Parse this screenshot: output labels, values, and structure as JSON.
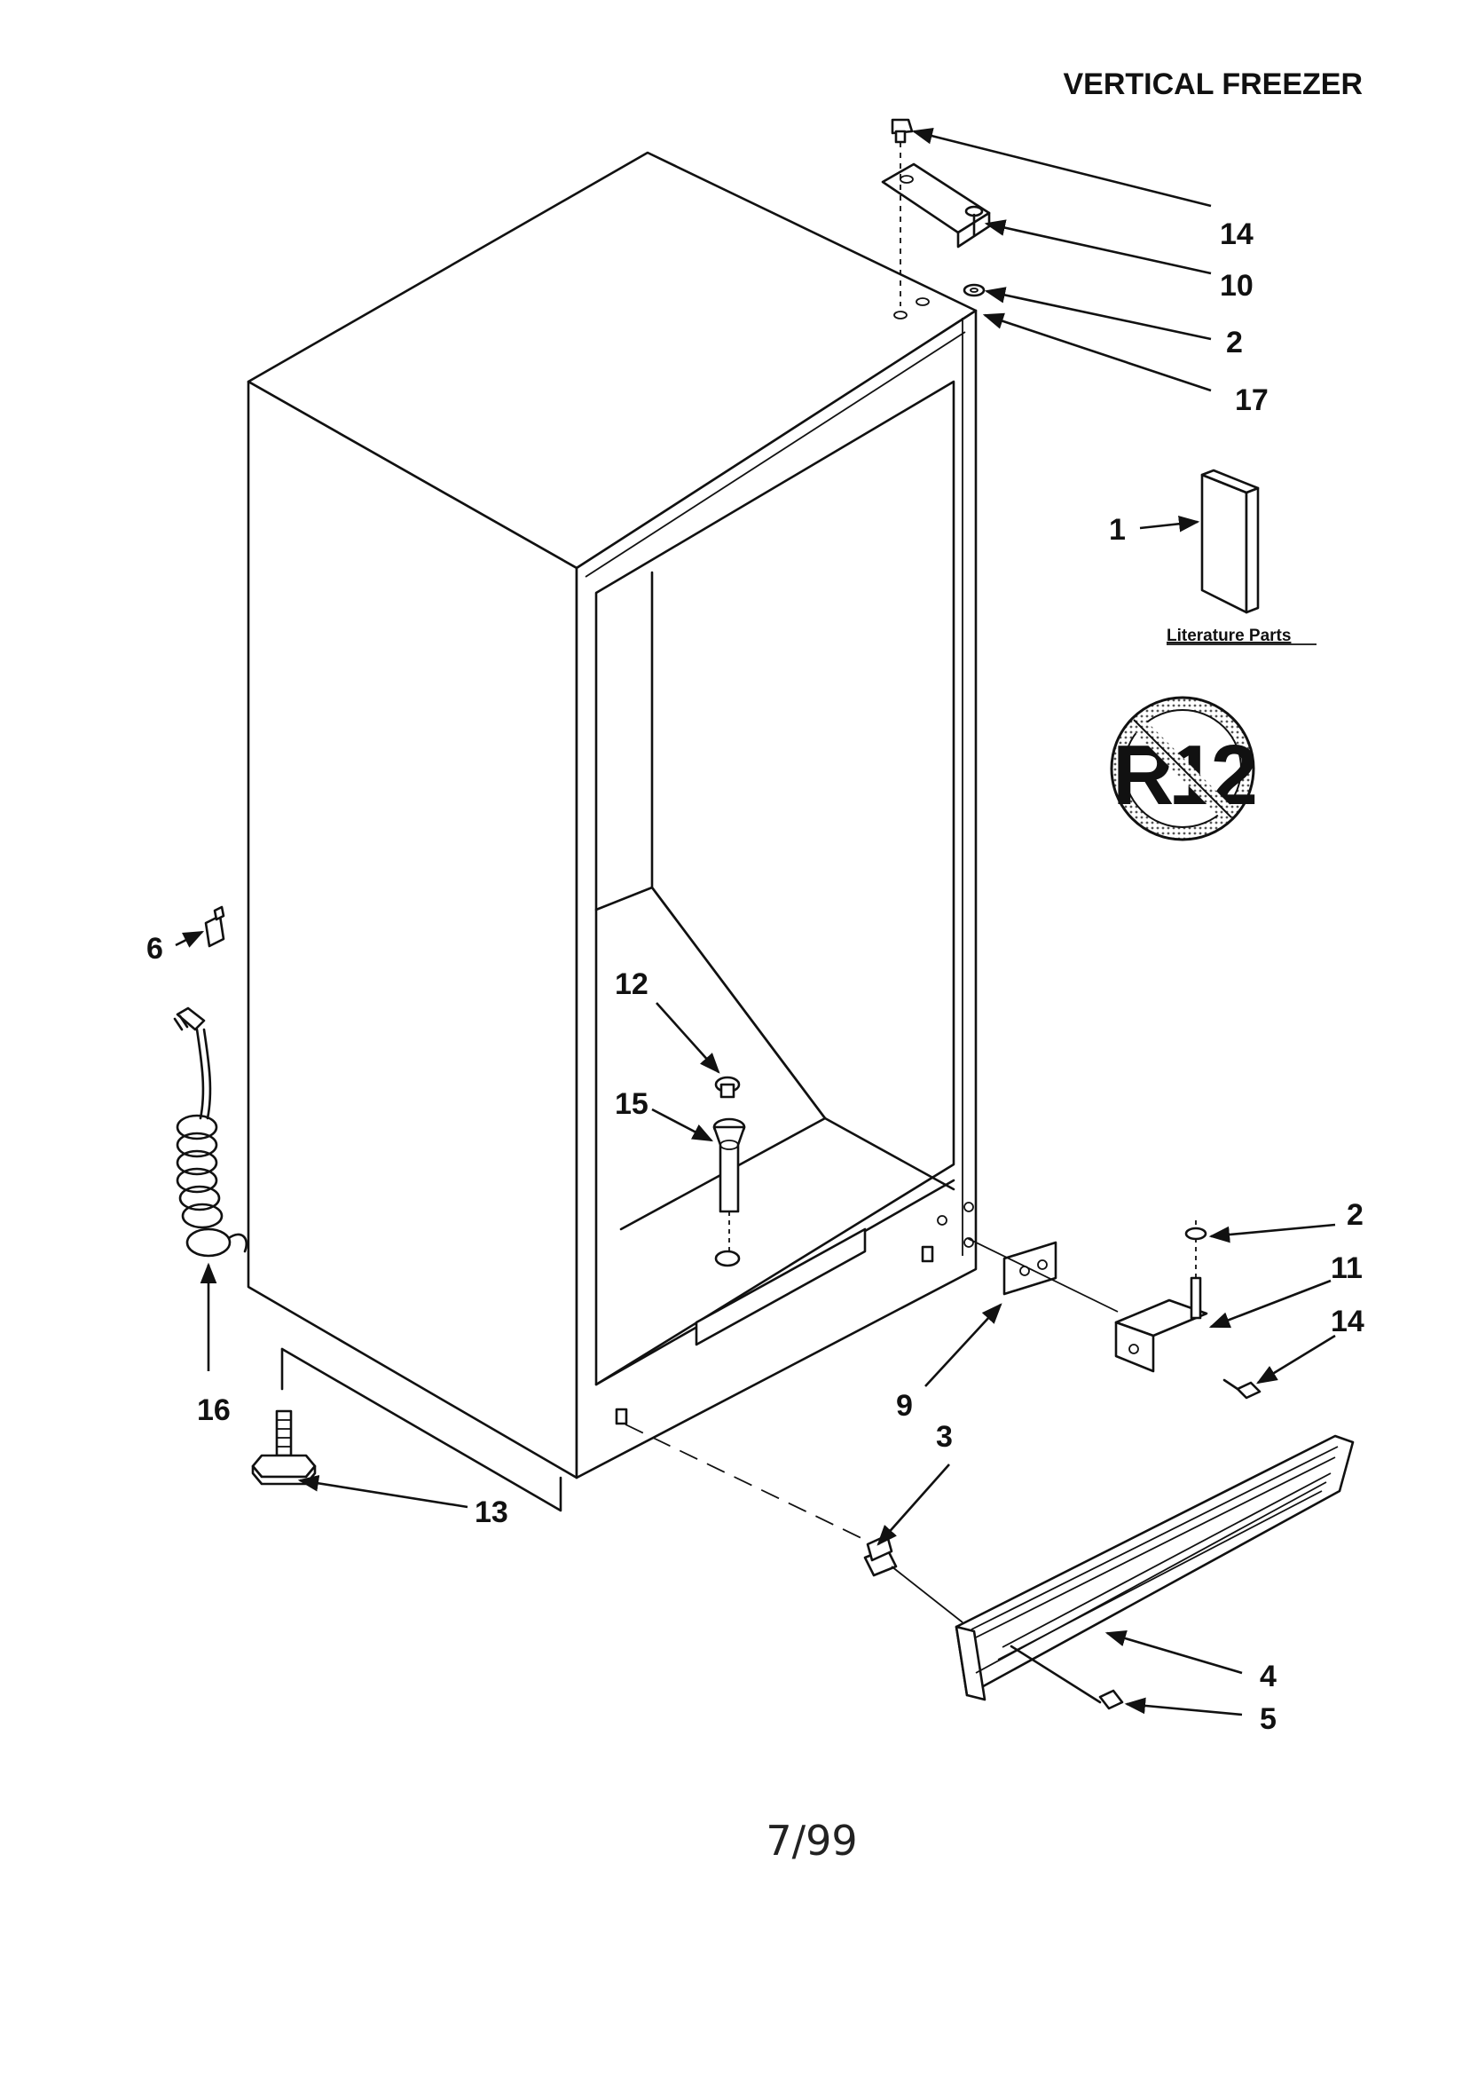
{
  "title": "VERTICAL FREEZER",
  "literature_label": "Literature Parts",
  "refrigerant_symbol": {
    "text": "R12",
    "icon": "no-r12-icon"
  },
  "footer_date": "7/99",
  "callouts": {
    "c1": "1",
    "c2a": "2",
    "c2b": "2",
    "c3": "3",
    "c4": "4",
    "c5": "5",
    "c6": "6",
    "c9": "9",
    "c10": "10",
    "c11": "11",
    "c12": "12",
    "c13": "13",
    "c14a": "14",
    "c14b": "14",
    "c15": "15",
    "c16": "16",
    "c17": "17"
  }
}
